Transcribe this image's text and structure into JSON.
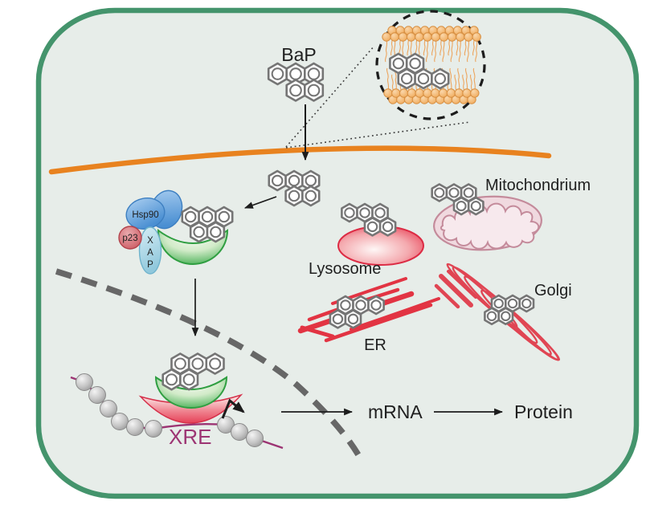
{
  "labels": {
    "bap": "BaP",
    "mitochondrium": "Mitochondrium",
    "lysosome": "Lysosome",
    "er": "ER",
    "golgi": "Golgi",
    "xre": "XRE",
    "mrna": "mRNA",
    "protein": "Protein",
    "hsp90": "Hsp90",
    "p23": "p23",
    "xap": [
      "X",
      "A",
      "P"
    ]
  },
  "colors": {
    "cell_border": "#44946c",
    "cell_fill": "#e7ede9",
    "membrane": "#e8821f",
    "hexagon": "#757575",
    "nuclear_envelope": "#676767",
    "lysosome_edge": "#dc2b44",
    "mito_fill": "#f0d9df",
    "mito_stroke": "#c48b9b",
    "er_red": "#e23443",
    "golgi_red": "#e04553",
    "dna": "#9c3473",
    "xre_text": "#9c3473",
    "receptor_green_edge": "#2f9e41",
    "arnt_red_edge": "#d5304a",
    "hsp90_stroke": "#3d7fc1",
    "p23_stroke": "#b2434c",
    "xap_stroke": "#6fb3cc",
    "lipid_stroke": "#d78f42",
    "lipid_tail": "#eca55e",
    "arrow": "#1c1c1c"
  }
}
